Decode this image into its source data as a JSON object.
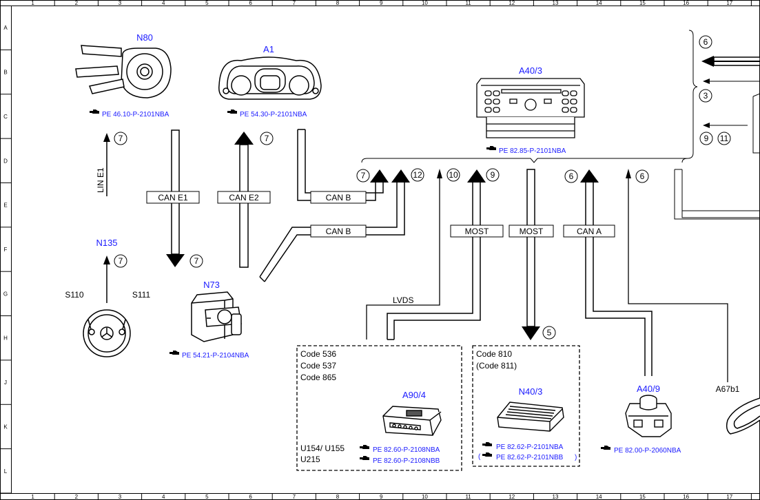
{
  "grid": {
    "columns": [
      "1",
      "2",
      "3",
      "4",
      "5",
      "6",
      "7",
      "8",
      "9",
      "10",
      "11",
      "12",
      "13",
      "14",
      "15",
      "16",
      "17"
    ],
    "rows": [
      "A",
      "B",
      "C",
      "D",
      "E",
      "F",
      "G",
      "H",
      "J",
      "K",
      "L"
    ]
  },
  "components": {
    "n80": {
      "name": "N80",
      "ref": "PE 46.10-P-2101NBA"
    },
    "a1": {
      "name": "A1",
      "ref": "PE 54.30-P-2101NBA"
    },
    "a40_3": {
      "name": "A40/3",
      "ref": "PE 82.85-P-2101NBA"
    },
    "n135": {
      "name": "N135"
    },
    "s110": {
      "name": "S110"
    },
    "s111": {
      "name": "S111"
    },
    "n73": {
      "name": "N73",
      "ref": "PE 54.21-P-2104NBA"
    },
    "a90_4": {
      "name": "A90/4",
      "ref1": "PE 82.60-P-2108NBA",
      "ref2": "PE 82.60-P-2108NBB",
      "variant1": "U154/ U155",
      "variant2": "U215",
      "codes": [
        "Code 536",
        "Code 537",
        "Code 865"
      ]
    },
    "n40_3": {
      "name": "N40/3",
      "ref1": "PE 82.62-P-2101NBA",
      "ref2": "PE 82.62-P-2101NBB",
      "codes": [
        "Code 810",
        "(Code 811)"
      ]
    },
    "a40_9": {
      "name": "A40/9",
      "ref": "PE 82.00-P-2060NBA"
    },
    "a67b1": {
      "name": "A67b1"
    }
  },
  "buses": {
    "lin_e1": "LIN E1",
    "can_e1": "CAN E1",
    "can_e2": "CAN E2",
    "can_b1": "CAN B",
    "can_b2": "CAN B",
    "most1": "MOST",
    "most2": "MOST",
    "can_a": "CAN A",
    "lvds": "LVDS"
  },
  "markers": {
    "m_right_6": "6",
    "m_right_3": "3",
    "m_right_9": "9",
    "m_right_11": "11",
    "m_lin": "7",
    "m_cane1": "7",
    "m_cane2": "7",
    "m_n135": "7",
    "m_canb": "7",
    "m_12": "12",
    "m_10": "10",
    "m_9": "9",
    "m_5": "5",
    "m_cana": "6",
    "m_a409": "6"
  }
}
